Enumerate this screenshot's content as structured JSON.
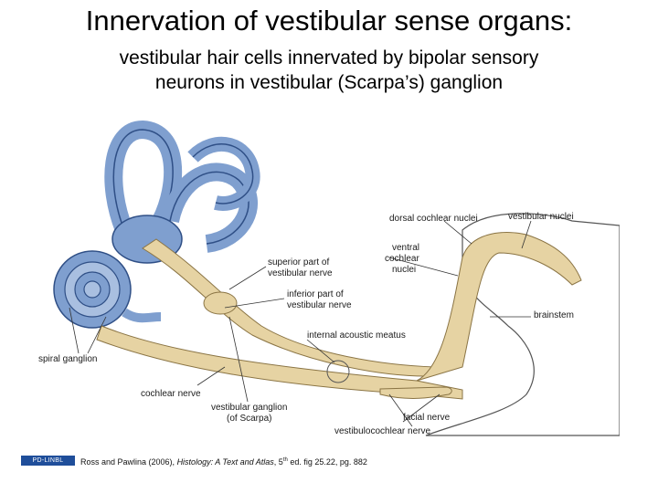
{
  "header": {
    "title": "Innervation of vestibular sense organs:",
    "subtitle_line1": "vestibular hair cells innervated by bipolar sensory",
    "subtitle_line2": "neurons in vestibular (Scarpa’s) ganglion"
  },
  "figure": {
    "labels": {
      "dorsal_cochlear_nuclei": "dorsal cochlear nuclei",
      "vestibular_nuclei": "vestibular nuclei",
      "superior_vestibular_nerve_1": "superior part of",
      "superior_vestibular_nerve_2": "vestibular nerve",
      "ventral_cochlear_nuclei_1": "ventral",
      "ventral_cochlear_nuclei_2": "cochlear",
      "ventral_cochlear_nuclei_3": "nuclei",
      "inferior_vestibular_nerve_1": "inferior part of",
      "inferior_vestibular_nerve_2": "vestibular nerve",
      "brainstem": "brainstem",
      "internal_acoustic_meatus": "internal acoustic meatus",
      "spiral_ganglion": "spiral ganglion",
      "cochlear_nerve": "cochlear nerve",
      "vestibular_ganglion_1": "vestibular ganglion",
      "vestibular_ganglion_2": "(of Scarpa)",
      "facial_nerve": "facial nerve",
      "vestibulocochlear_nerve": "vestibulocochlear nerve"
    },
    "colors": {
      "labyrinth_blue": "#7f9fcf",
      "labyrinth_outline": "#2f4f86",
      "nerve_tan": "#e6d3a3",
      "nerve_outline": "#8a7444",
      "brainstem_fill": "#ffffff"
    }
  },
  "footer": {
    "logo_text": "PD-LINBL",
    "citation_pre": "Ross and Pawlina (2006), ",
    "citation_book": "Histology: A Text and Atlas",
    "citation_mid": ", 5",
    "citation_sup": "th",
    "citation_post": " ed. fig 25.22, pg. 882"
  }
}
